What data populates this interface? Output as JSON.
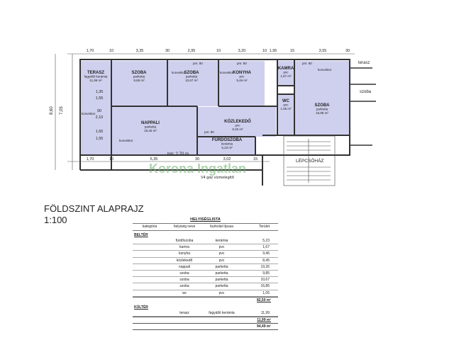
{
  "plan": {
    "rooms": [
      {
        "id": "terasz",
        "name": "TERASZ",
        "finish": "fagyálló kerámia",
        "area": "11,99 m²"
      },
      {
        "id": "szoba1",
        "name": "SZOBA",
        "finish": "parketta",
        "area": "9,85 m²"
      },
      {
        "id": "szoba2",
        "name": "SZOBA",
        "finish": "parketta",
        "area": "10,67 m²"
      },
      {
        "id": "konyha",
        "name": "KONYHA",
        "finish": "pvc",
        "area": "9,46 m²"
      },
      {
        "id": "kamra",
        "name": "KAMRA",
        "finish": "pvc",
        "area": "1,67 m²"
      },
      {
        "id": "szoba3",
        "name": "SZOBA",
        "finish": "parketta",
        "area": "16,86 m²"
      },
      {
        "id": "wc",
        "name": "WC",
        "finish": "pvc",
        "area": "1,05 m²"
      },
      {
        "id": "nappali",
        "name": "NAPPALI",
        "finish": "parketta",
        "area": "19,26 m²"
      },
      {
        "id": "kozlekedo",
        "name": "KÖZLEKEDŐ",
        "finish": "pvc",
        "area": "8,45 m²"
      },
      {
        "id": "furdo",
        "name": "FÜRDŐSZOBA",
        "finish": "kerámia",
        "area": "5,23 m²"
      }
    ],
    "labels": {
      "lepcsohaz": "LÉPCSŐHÁZ",
      "gas": "V4 gáz vízmelegítő",
      "bm": "bm: 2,70 m",
      "terasz_out": "terasz",
      "szoba_out": "szoba",
      "konvektor": "konvektor",
      "pm": "pm: 80"
    },
    "dims_top": [
      "1,70",
      "10",
      "3,35",
      "30",
      "2,95",
      "10",
      "3,20",
      "10",
      "1,95",
      "15",
      "3,55",
      "30"
    ],
    "dims_bottom": [
      "1,70",
      "10",
      "5,35",
      "30",
      "3,02",
      "15"
    ],
    "dims_left": [
      "1,35",
      "1,55",
      "90",
      "2,10",
      "1,65",
      "1,55"
    ],
    "dim_total": "7,05",
    "dim_total2": "8,60",
    "watermark": "Korona Ingatlan"
  },
  "title": {
    "line1": "FÖLDSZINT ALAPRAJZ",
    "line2": "1:100"
  },
  "schedule": {
    "title": "HELYISÉGLISTA",
    "headers": [
      "kategória",
      "helyiség neve",
      "burkolat típusa",
      "Terület"
    ],
    "belter_label": "BELTÉR",
    "belter_rows": [
      [
        "",
        "fürdőszoba",
        "kerámia",
        "5,23"
      ],
      [
        "",
        "kamra",
        "pvc",
        "1,67"
      ],
      [
        "",
        "konyha",
        "pvc",
        "9,46"
      ],
      [
        "",
        "közlekedő",
        "pvc",
        "8,45"
      ],
      [
        "",
        "nappali",
        "parketta",
        "19,26"
      ],
      [
        "",
        "szoba",
        "parketta",
        "9,85"
      ],
      [
        "",
        "szoba",
        "parketta",
        "10,67"
      ],
      [
        "",
        "szoba",
        "parketta",
        "16,86"
      ],
      [
        "",
        "wc",
        "pvc",
        "1,05"
      ]
    ],
    "belter_sum": "82,50 m²",
    "kulter_label": "KÜLTÉR",
    "kulter_rows": [
      [
        "",
        "terasz",
        "fagyálló kerámia",
        "11,99"
      ]
    ],
    "kulter_sum": "11,99 m²",
    "total": "94,49 m²"
  },
  "colors": {
    "room_fill": "#cfd0ee",
    "wall": "#333333",
    "watermark": "#6fae6f"
  }
}
